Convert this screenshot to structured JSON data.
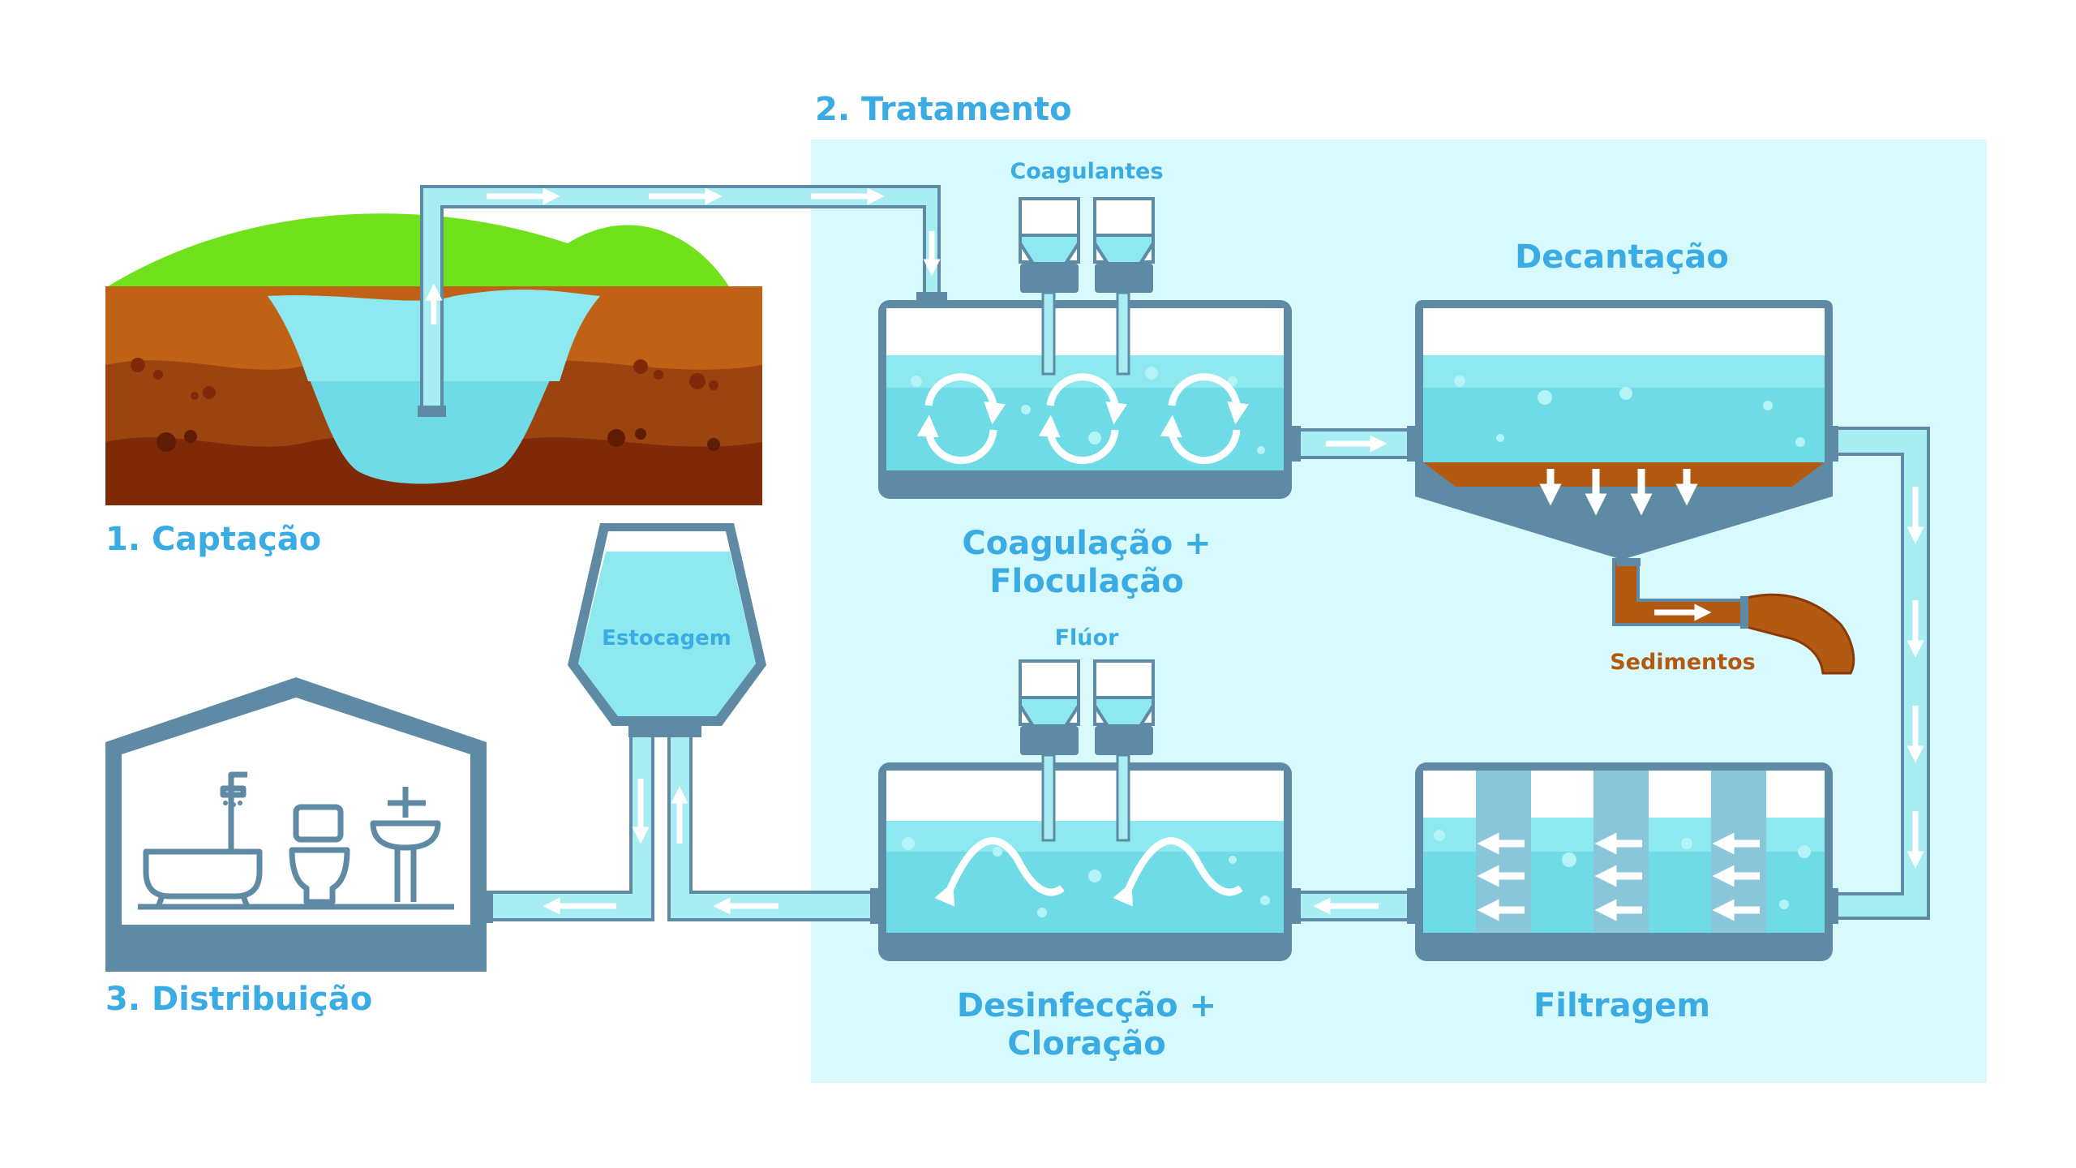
{
  "labels": {
    "captacao": "1. Captação",
    "tratamento": "2. Tratamento",
    "distribuicao": "3. Distribuição",
    "coagulantes": "Coagulantes",
    "decantacao": "Decantação",
    "coagulacao_l1": "Coagulação +",
    "coagulacao_l2": "Floculação",
    "sedimentos": "Sedimentos",
    "fluor": "Flúor",
    "estocagem": "Estocagem",
    "desinfeccao_l1": "Desinfecção +",
    "desinfeccao_l2": "Cloração",
    "filtragem": "Filtragem"
  },
  "colors": {
    "label_blue": "#3aace3",
    "tank_frame": "#5e8aa6",
    "water_light": "#8ee8ef",
    "water_mid": "#6fdbe6",
    "treatment_bg": "#d8fafc",
    "pipe_fill": "#a8edf2",
    "sediment": "#b25a12",
    "grass": "#6fe21c",
    "soil_top": "#c06216",
    "soil_mid": "#9c4410",
    "soil_bottom": "#7e2a08"
  }
}
